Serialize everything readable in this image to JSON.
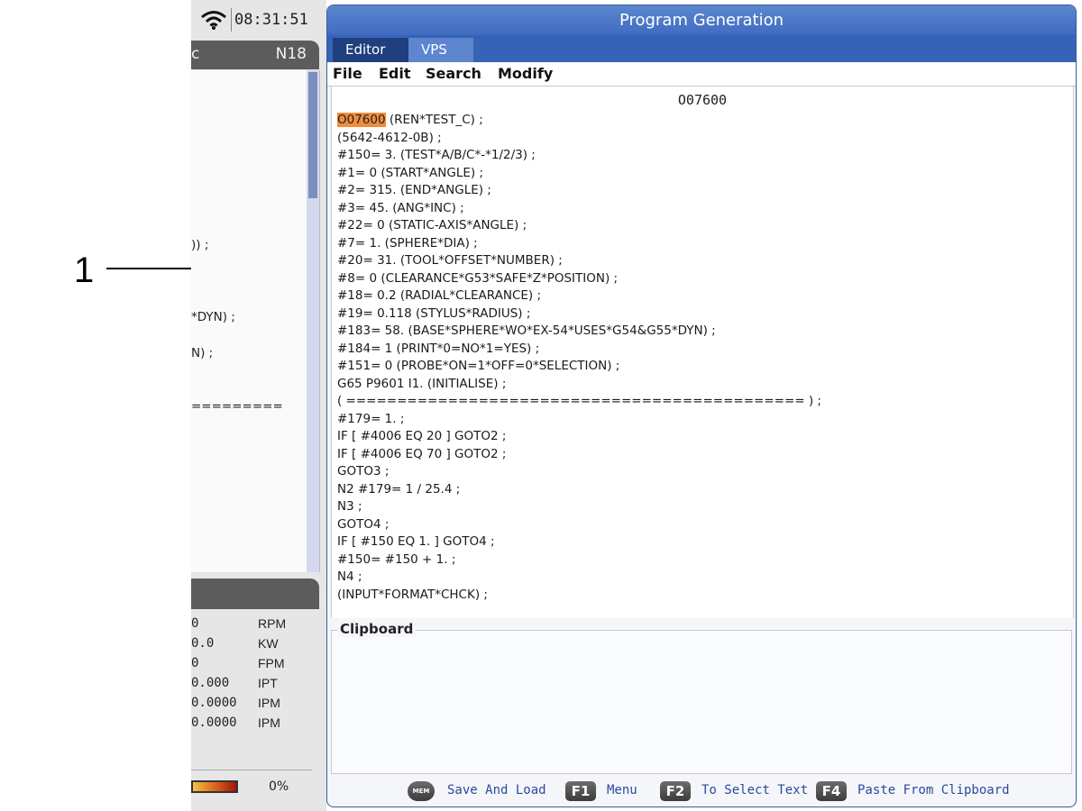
{
  "callout": {
    "label": "1"
  },
  "status": {
    "time": "08:31:51"
  },
  "left_panel": {
    "header_fragment": "c",
    "header_n": "N18",
    "code_fragments": [
      ")) ;",
      "*DYN) ;",
      "N) ;",
      "========="
    ]
  },
  "spindle": {
    "rows": [
      {
        "value": "0",
        "unit": "RPM"
      },
      {
        "value": "0.0",
        "unit": "KW"
      },
      {
        "value": "0",
        "unit": "FPM"
      },
      {
        "value": "0.000",
        "unit": "IPT"
      },
      {
        "value": "0.0000",
        "unit": "IPM"
      },
      {
        "value": "0.0000",
        "unit": "IPM"
      }
    ],
    "load_percent": "0%"
  },
  "window": {
    "title": "Program Generation",
    "tabs": [
      "Editor",
      "VPS"
    ],
    "menu": [
      "File",
      "Edit",
      "Search",
      "Modify"
    ]
  },
  "editor": {
    "program_name": "O07600",
    "highlight": "O07600",
    "first_line_rest": " (REN*TEST_C) ;",
    "lines": [
      "(5642-4612-0B) ;",
      "#150= 3. (TEST*A/B/C*-*1/2/3) ;",
      "#1= 0 (START*ANGLE) ;",
      "#2= 315. (END*ANGLE) ;",
      "#3= 45. (ANG*INC) ;",
      "#22= 0 (STATIC-AXIS*ANGLE) ;",
      "#7= 1. (SPHERE*DIA) ;",
      "#20= 31. (TOOL*OFFSET*NUMBER) ;",
      "#8= 0 (CLEARANCE*G53*SAFE*Z*POSITION) ;",
      "#18= 0.2 (RADIAL*CLEARANCE) ;",
      "#19= 0.118 (STYLUS*RADIUS) ;",
      "#183= 58. (BASE*SPHERE*WO*EX-54*USES*G54&G55*DYN) ;",
      "#184= 1 (PRINT*0=NO*1=YES) ;",
      "#151= 0 (PROBE*ON=1*OFF=0*SELECTION) ;",
      "G65 P9601 I1. (INITIALISE) ;",
      "( ============================================= ) ;",
      "#179= 1. ;",
      "IF [ #4006 EQ 20 ] GOTO2 ;",
      "IF [ #4006 EQ 70 ] GOTO2 ;",
      "GOTO3 ;",
      "N2 #179= 1 / 25.4 ;",
      "N3 ;",
      "GOTO4 ;",
      "IF [ #150 EQ 1. ] GOTO4 ;",
      "#150= #150 + 1. ;",
      "N4 ;",
      "(INPUT*FORMAT*CHCK) ;"
    ]
  },
  "clipboard": {
    "label": "Clipboard"
  },
  "softkeys": [
    {
      "key": "MEM",
      "label": "Save And Load"
    },
    {
      "key": "F1",
      "label": "Menu"
    },
    {
      "key": "F2",
      "label": "To Select Text"
    },
    {
      "key": "F4",
      "label": "Paste From Clipboard"
    }
  ],
  "colors": {
    "title_bar": "#4a78c8",
    "tab_active": "#1f3f7e",
    "highlight": "#f08c3c",
    "softkey_label": "#2b4a9a"
  }
}
